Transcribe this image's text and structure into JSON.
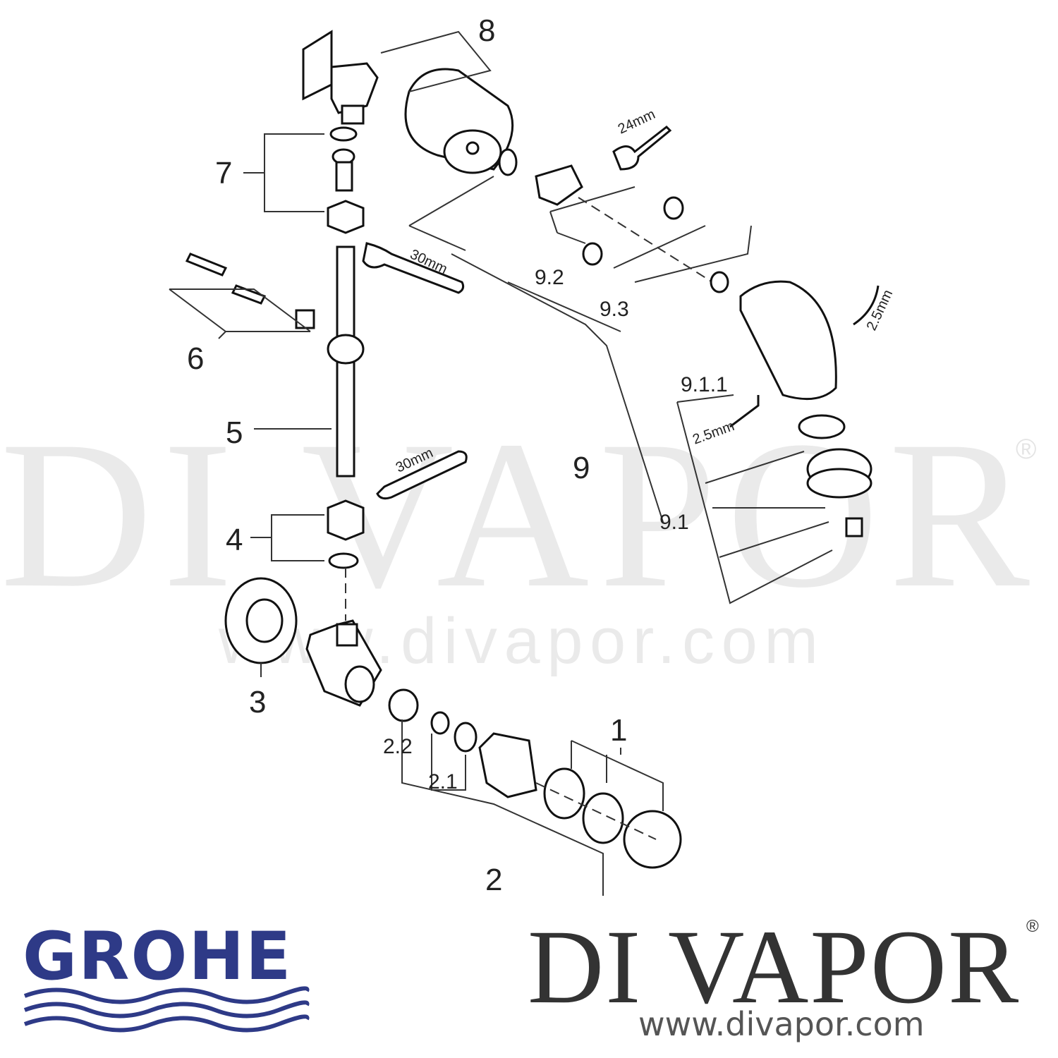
{
  "diagram": {
    "part_labels": {
      "p1": "1",
      "p2": "2",
      "p2_1": "2.1",
      "p2_2": "2.2",
      "p3": "3",
      "p4": "4",
      "p5": "5",
      "p6": "6",
      "p7": "7",
      "p8": "8",
      "p9": "9",
      "p9_1": "9.1",
      "p9_1_1": "9.1.1",
      "p9_2": "9.2",
      "p9_3": "9.3"
    },
    "tool_sizes": {
      "wrench_top": "24mm",
      "wrench_mid": "30mm",
      "wrench_low": "30mm",
      "hex_key_right": "2.5mm",
      "hex_key_left": "2.5mm"
    }
  },
  "watermark": {
    "text": "DI VAPOR",
    "registered": "®",
    "url": "www.divapor.com"
  },
  "footer": {
    "manufacturer_logo": "GROHE",
    "brand_logo": "DI VAPOR",
    "brand_registered": "®",
    "brand_url": "www.divapor.com"
  },
  "colors": {
    "grohe_blue": "#2e3a87",
    "ink": "#111111"
  }
}
